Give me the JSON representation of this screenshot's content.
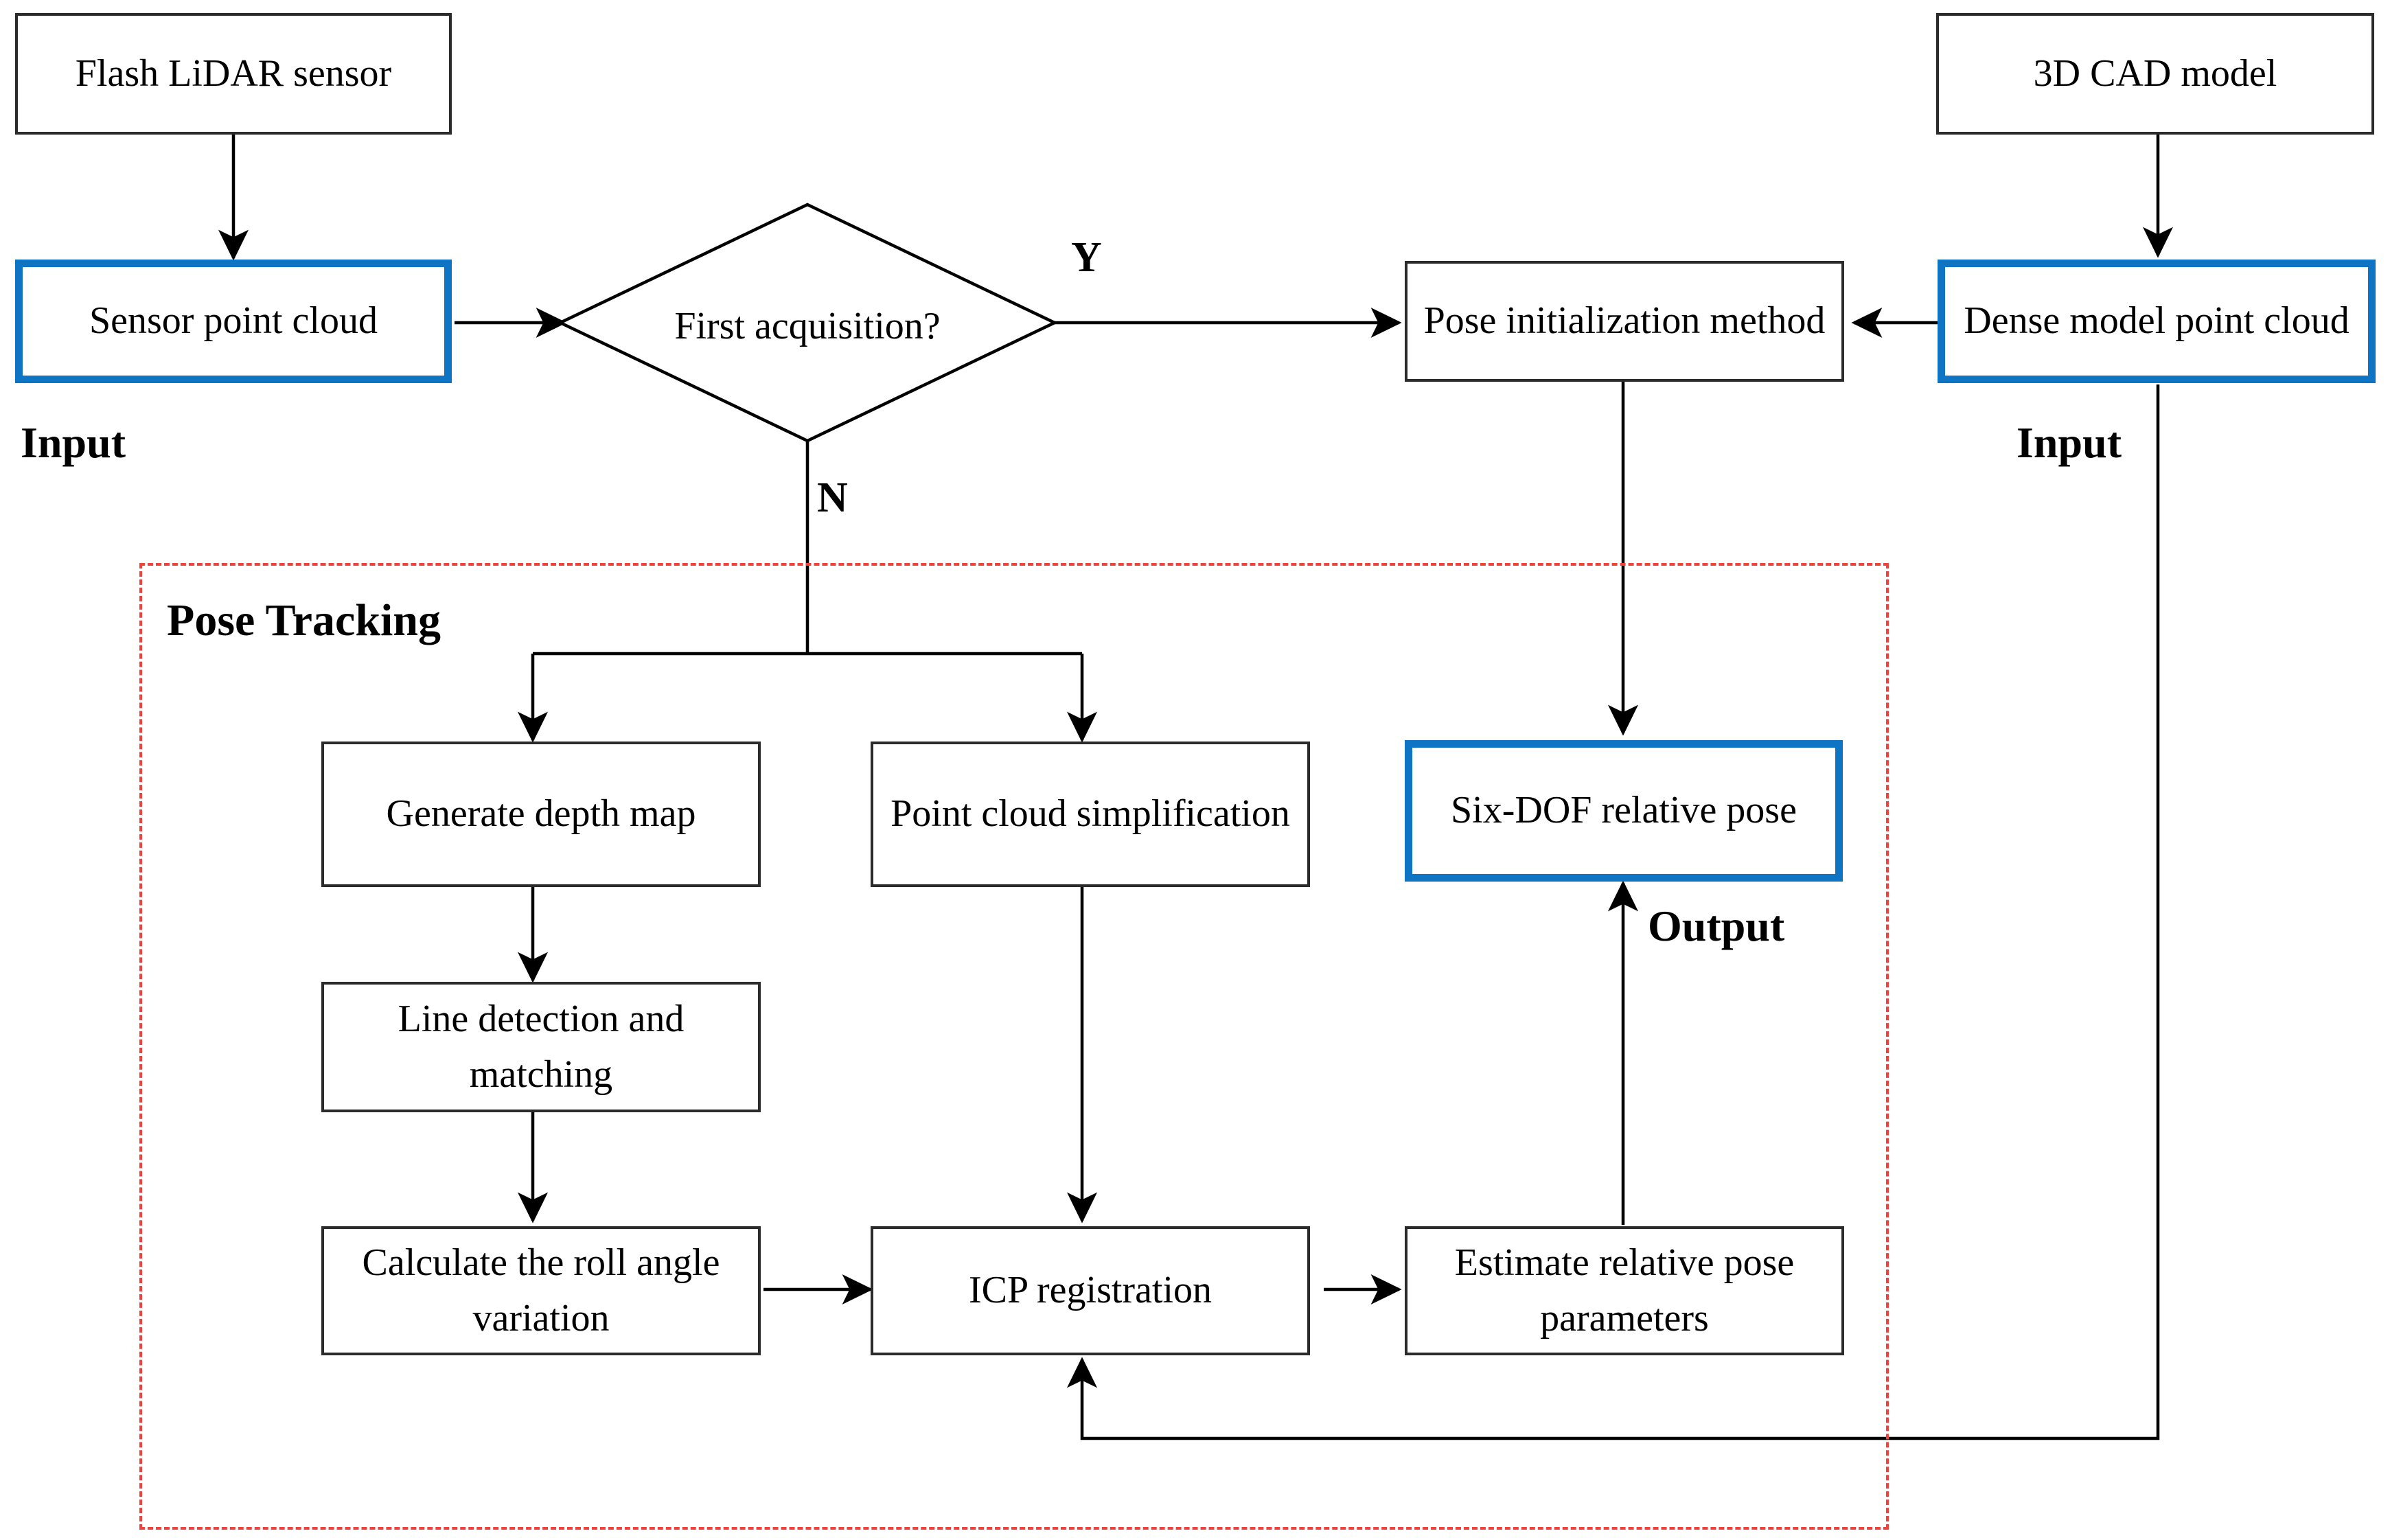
{
  "diagram": {
    "title": "Flash LiDAR pose estimation pipeline flowchart",
    "colors": {
      "highlight_border": "#0e75c5",
      "node_border": "#2b2b2b",
      "group_border": "#f2403a",
      "connector": "#000000",
      "background": "#ffffff"
    },
    "nodes": {
      "flash_lidar_sensor": "Flash LiDAR sensor",
      "sensor_point_cloud": "Sensor point cloud",
      "first_acquisition": "First acquisition?",
      "pose_initialization_method": "Pose initialization method",
      "cad_model": "3D CAD model",
      "dense_model_point_cloud": "Dense model point cloud",
      "generate_depth_map": "Generate depth map",
      "point_cloud_simplification": "Point cloud simplification",
      "six_dof_relative_pose": "Six-DOF relative pose",
      "line_detection_and_matching": "Line detection and matching",
      "calculate_roll_angle_variation": "Calculate the roll angle variation",
      "icp_registration": "ICP registration",
      "estimate_relative_pose_parameters": "Estimate relative pose parameters"
    },
    "labels": {
      "input_left": "Input",
      "input_right": "Input",
      "output": "Output",
      "branch_yes": "Y",
      "branch_no": "N",
      "group_pose_tracking": "Pose Tracking"
    }
  }
}
